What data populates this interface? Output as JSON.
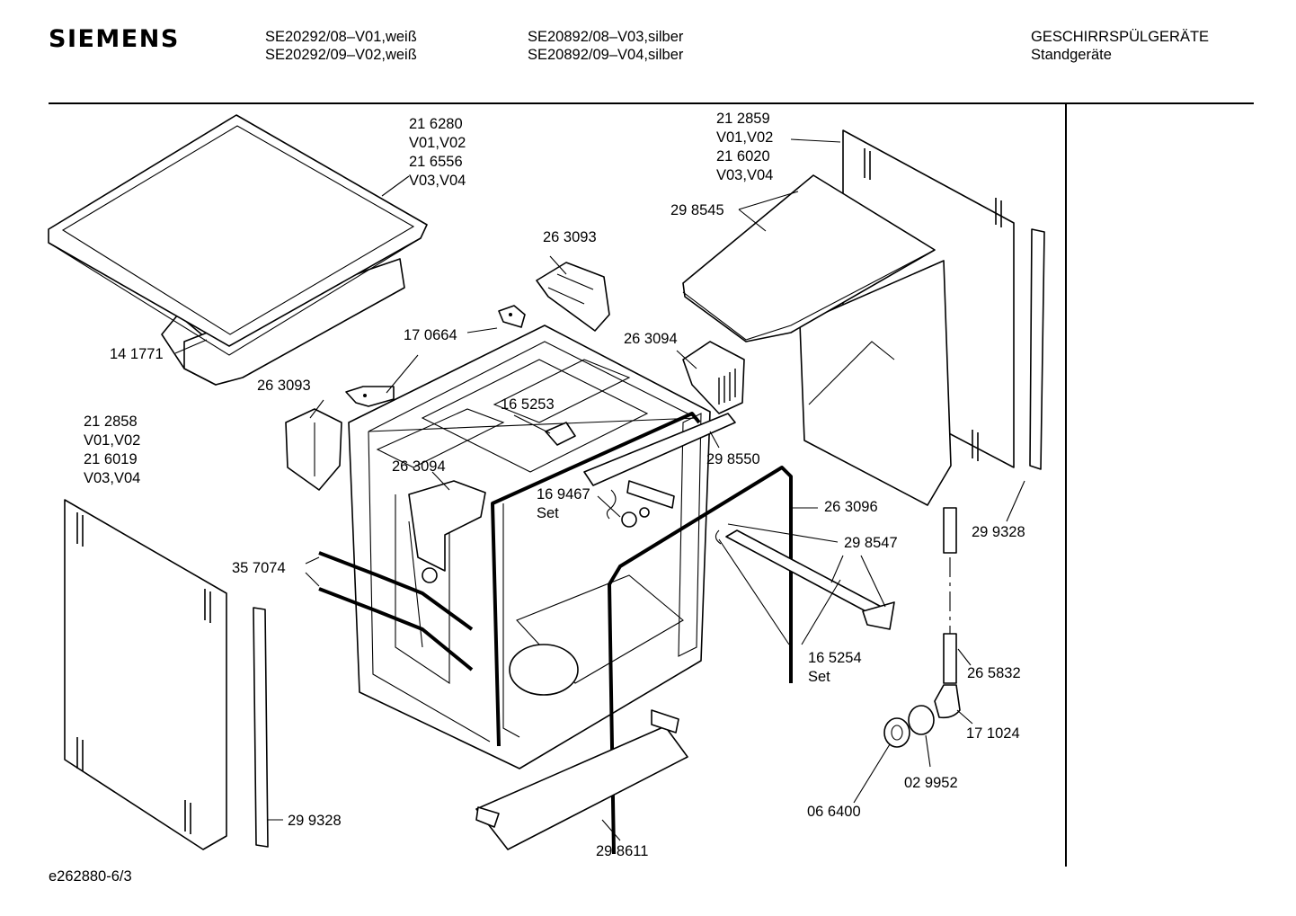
{
  "header": {
    "brand": "SIEMENS",
    "models_col1": [
      "SE20292/08–V01,weiß",
      "SE20292/09–V02,weiß"
    ],
    "models_col2": [
      "SE20892/08–V03,silber",
      "SE20892/09–V04,silber"
    ],
    "category": "GESCHIRRSPÜLGERÄTE",
    "subcategory": "Standgeräte"
  },
  "footer": {
    "drawing_id": "e262880-6/3"
  },
  "callouts": {
    "top_panel": [
      "21 6280",
      "V01,V02",
      "21 6556",
      "V03,V04"
    ],
    "worktop_base": "14 1771",
    "right_panel": [
      "21 2859",
      "V01,V02",
      "21 6020",
      "V03,V04"
    ],
    "insulation_right": "29 8545",
    "bracket_top_a": "26 3093",
    "hinge_small": "17 0664",
    "bracket_right_b": "26 3094",
    "bracket_left_a": "26 3093",
    "clip_center": "16 5253",
    "bracket_inside_b": "26 3094",
    "rail_bar": "29 8550",
    "left_panel": [
      "21 2858",
      "V01,V02",
      "21 6019",
      "V03,V04"
    ],
    "spring_set": [
      "16 9467",
      "Set"
    ],
    "door_seal": "26 3096",
    "cable_runner": "29 8547",
    "strip_right": "29 9328",
    "basket_rails": "35 7074",
    "roller_set": [
      "16 5254",
      "Set"
    ],
    "hose_part": "26 5832",
    "elbow": "17 1024",
    "nut": "02 9952",
    "seal_ring": "06 6400",
    "strip_left": "29 9328",
    "plinth": "29 8611"
  }
}
